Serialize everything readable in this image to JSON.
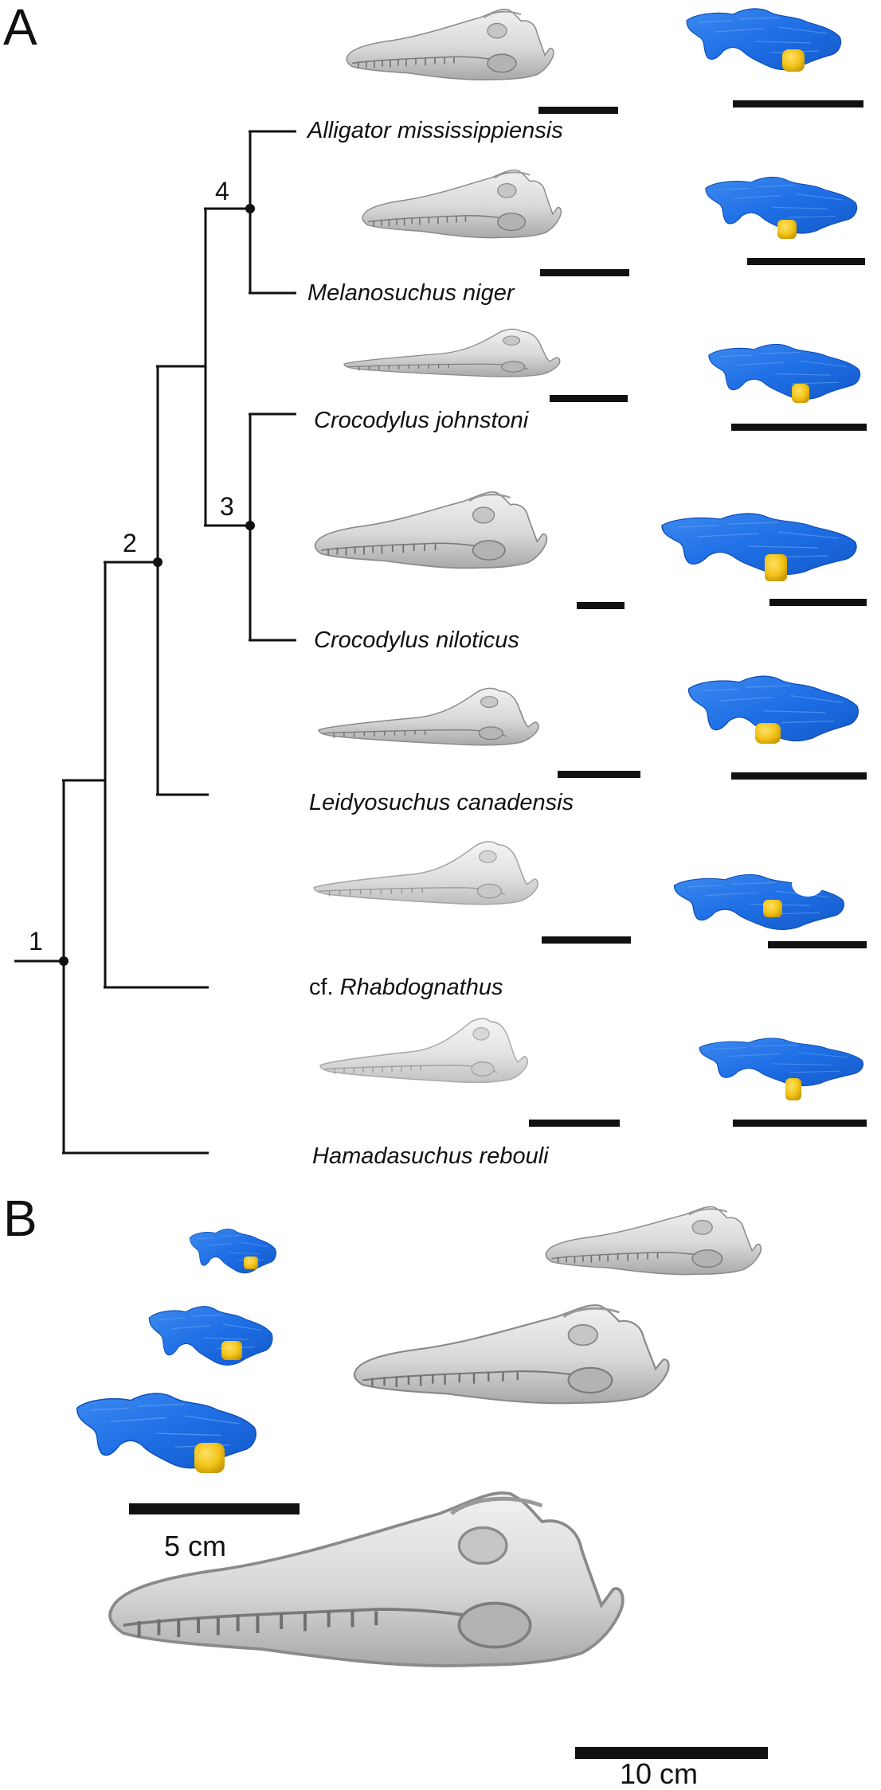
{
  "panels": {
    "a": {
      "letter": "A"
    },
    "b": {
      "letter": "B"
    }
  },
  "tree": {
    "nodes": [
      "1",
      "2",
      "3",
      "4"
    ]
  },
  "taxa": [
    {
      "id": "alligator",
      "prefix": "",
      "name": "Alligator mississippiensis"
    },
    {
      "id": "melanosuchus",
      "prefix": "",
      "name": "Melanosuchus niger"
    },
    {
      "id": "johnstoni",
      "prefix": "",
      "name": "Crocodylus johnstoni"
    },
    {
      "id": "niloticus",
      "prefix": "",
      "name": "Crocodylus niloticus"
    },
    {
      "id": "leidyosuchus",
      "prefix": "",
      "name": "Leidyosuchus canadensis"
    },
    {
      "id": "rhabdognathus",
      "prefix": "cf.",
      "name": "Rhabdognathus"
    },
    {
      "id": "hamadasuchus",
      "prefix": "",
      "name": "Hamadasuchus rebouli"
    }
  ],
  "scale_bars": {
    "cavity_label": "5 cm",
    "skull_label": "10 cm"
  },
  "colors": {
    "tree_line": "#111111",
    "skull_fill": "#dedede",
    "skull_edge": "#8c8c8c",
    "cavity_blue": "#1f70e6",
    "cavity_blue_light": "#4a90f2",
    "inclusion_yellow": "#f2c419"
  }
}
